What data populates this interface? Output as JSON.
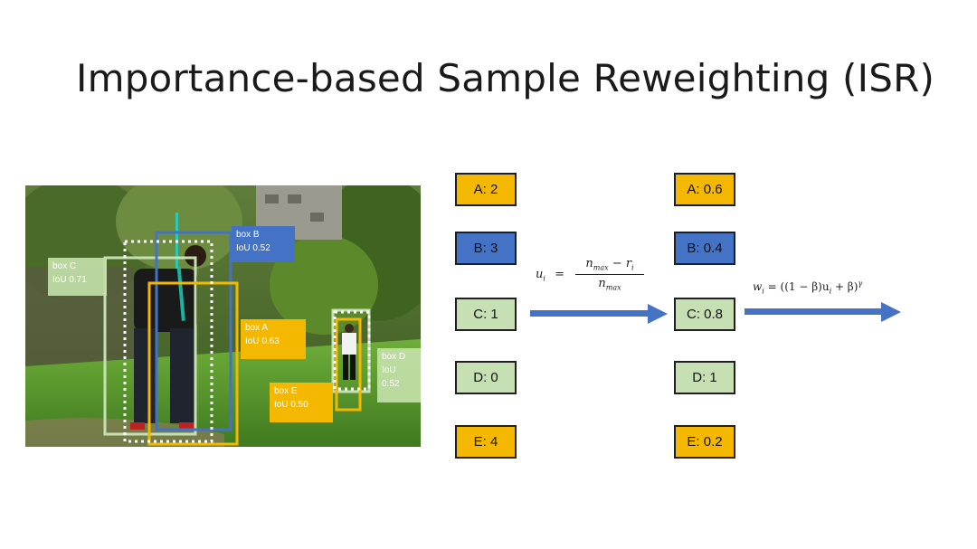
{
  "slide": {
    "title": "Importance-based Sample Reweighting (ISR)"
  },
  "detections": [
    {
      "id": "box-c",
      "text": "box C\nIoU 0.71",
      "color": "#c6e0b4"
    },
    {
      "id": "box-b",
      "text": "box B\nIoU 0.52",
      "color": "#4472c4"
    },
    {
      "id": "box-a",
      "text": "box A\nIoU 0.63",
      "color": "#f5b800"
    },
    {
      "id": "box-e",
      "text": "box E\nIoU 0.50",
      "color": "#f5b800"
    },
    {
      "id": "box-d",
      "text": "box D\nIoU\n0.52",
      "color": "#c6e0b4"
    }
  ],
  "rank_column": [
    {
      "label": "A: 2",
      "color": "#f5b800"
    },
    {
      "label": "B: 3",
      "color": "#4472c4"
    },
    {
      "label": "C: 1",
      "color": "#c6e0b4"
    },
    {
      "label": "D: 0",
      "color": "#c6e0b4"
    },
    {
      "label": "E: 4",
      "color": "#f5b800"
    }
  ],
  "weight_column": [
    {
      "label": "A: 0.6",
      "color": "#f5b800"
    },
    {
      "label": "B: 0.4",
      "color": "#4472c4"
    },
    {
      "label": "C: 0.8",
      "color": "#c6e0b4"
    },
    {
      "label": "D: 1",
      "color": "#c6e0b4"
    },
    {
      "label": "E: 0.2",
      "color": "#f5b800"
    }
  ],
  "formulas": {
    "u_lhs": "u",
    "u_lhs_sub": "i",
    "u_eq": "=",
    "u_num": "n",
    "u_num_sub": "max",
    "u_num_rest": " − r",
    "u_num_rest_sub": "i",
    "u_den": "n",
    "u_den_sub": "max",
    "w_text": "w",
    "w_sub": "i",
    "w_rest": " = ((1 − β)u",
    "w_rest_sub": "i",
    "w_tail": " + β)",
    "w_sup": "γ"
  },
  "colors": {
    "arrow": "#4472c4",
    "box_border": "#1f1f1f"
  }
}
